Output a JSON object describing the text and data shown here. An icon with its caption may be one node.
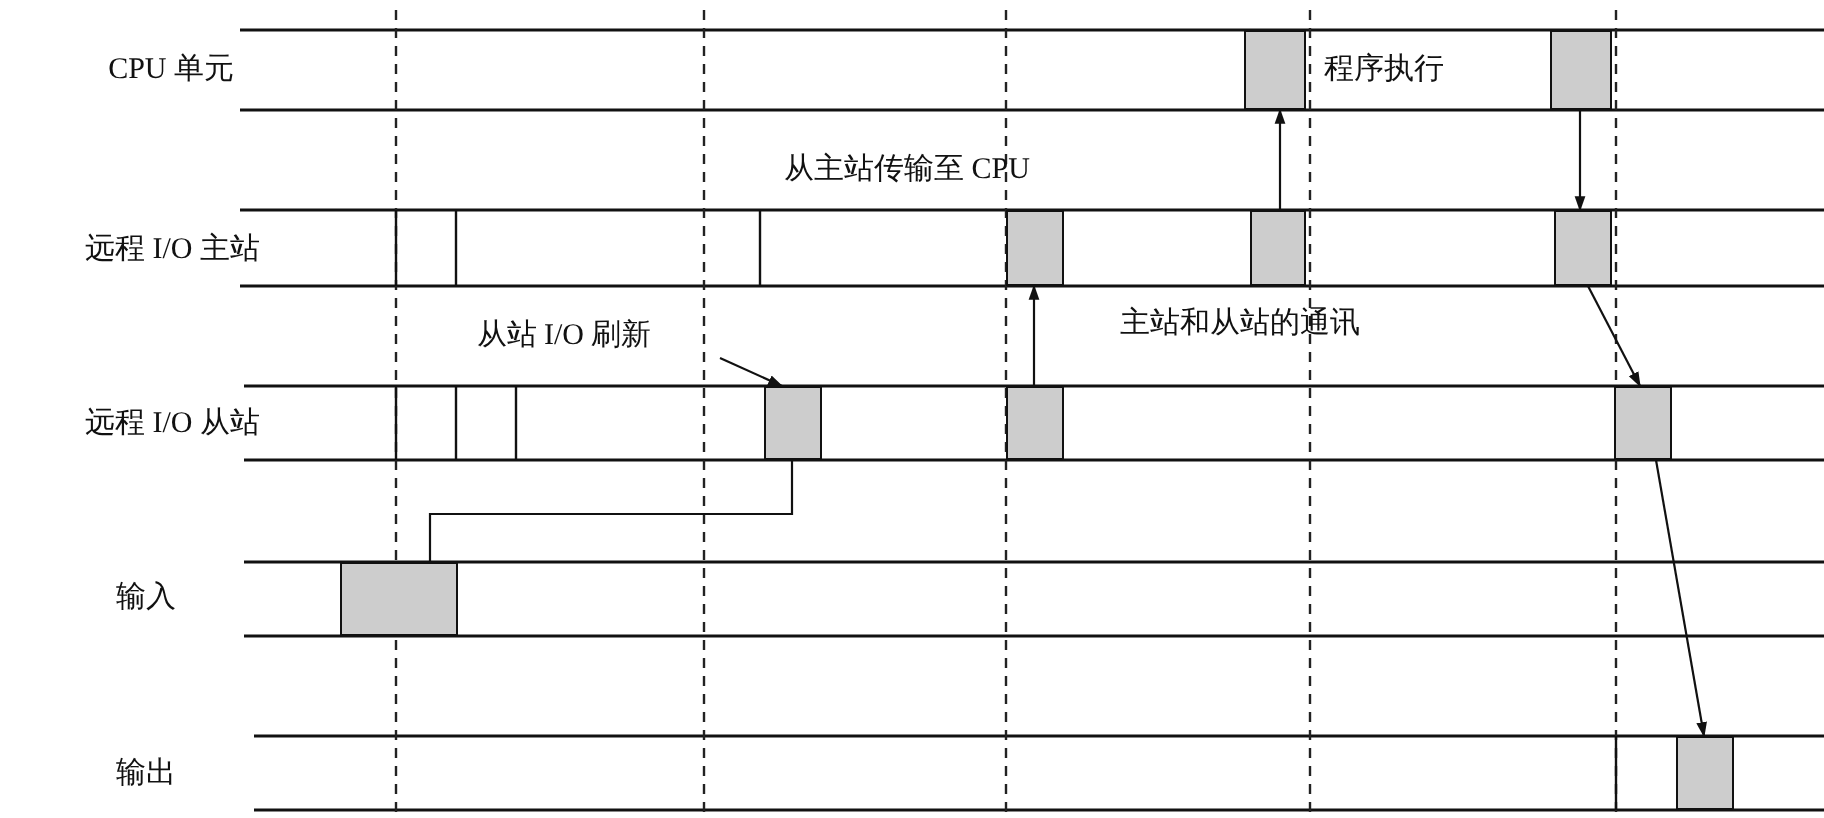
{
  "diagram": {
    "nodes": [
      {
        "text": [],
        "shape": "box"
      },
      {
        "text": [],
        "shape": "box"
      },
      {
        "text": [],
        "shape": "box"
      },
      {
        "text": [],
        "shape": "box"
      },
      {
        "text": [],
        "shape": "box"
      },
      {
        "text": [
          "从站 I/O 刷新"
        ]
      },
      {
        "text": [],
        "shape": "box"
      },
      {
        "text": [],
        "shape": "box"
      },
      {
        "text": [],
        "shape": "box"
      },
      {
        "text": [],
        "shape": "box"
      },
      {
        "text": [],
        "shape": "box"
      }
    ],
    "edges": [
      {
        "from": 5,
        "to": 6,
        "arrow": "to"
      },
      {
        "from": 9,
        "to": 6,
        "arrow": "none"
      },
      {
        "from": 7,
        "to": 2,
        "arrow": "to"
      },
      {
        "from": 3,
        "to": 0,
        "arrow": "to"
      },
      {
        "from": 1,
        "to": 4,
        "arrow": "to"
      },
      {
        "from": 4,
        "to": 8,
        "arrow": "to"
      },
      {
        "from": 8,
        "to": 10,
        "arrow": "to"
      }
    ],
    "labels": [
      "CPU 单元",
      "程序执行",
      "从主站传输至 CPU",
      "远程 I/O 主站",
      "主站和从站的通讯",
      "远程 I/O 从站",
      "输入",
      "输出"
    ]
  }
}
